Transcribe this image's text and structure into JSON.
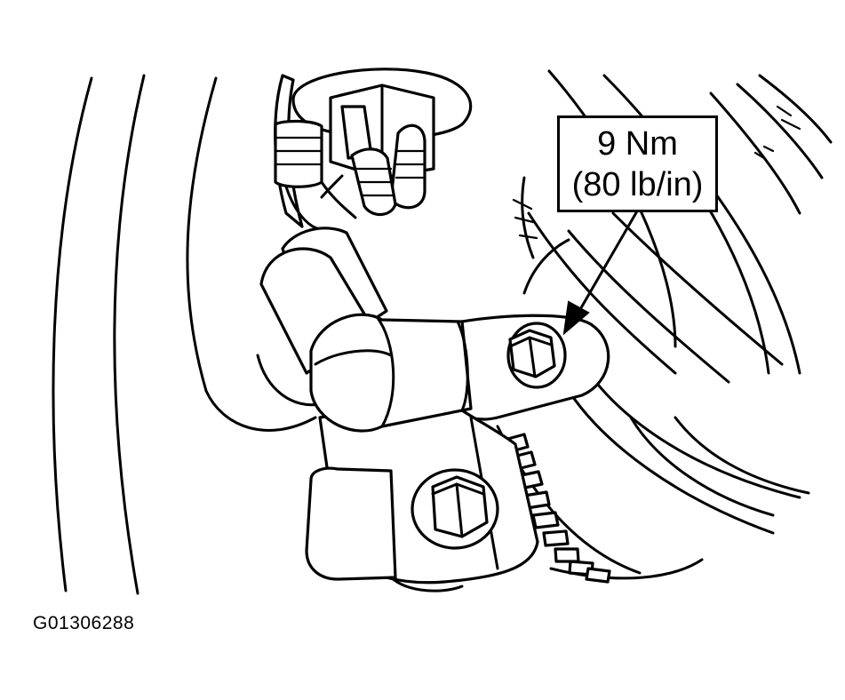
{
  "callout": {
    "torque_metric": "9 Nm",
    "torque_imperial": "(80 lb/in)"
  },
  "figure_id": "G01306288",
  "colors": {
    "line": "#000000",
    "background": "#ffffff"
  }
}
